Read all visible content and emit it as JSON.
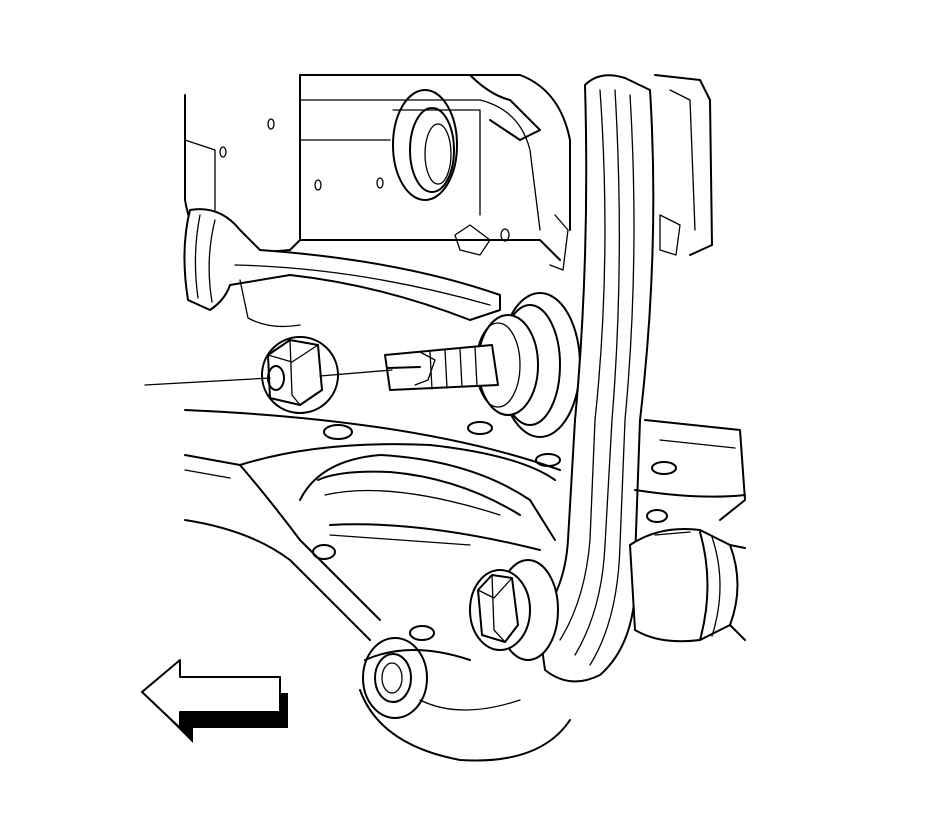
{
  "diagram": {
    "line_color": "#000000",
    "background_color": "#ffffff",
    "arrow_direction": "left",
    "callout_count": 1,
    "components": [
      "suspension-arm",
      "control-link",
      "lower-control-arm",
      "subframe-crossmember",
      "bushing",
      "flange-nut",
      "bolt",
      "direction-arrow"
    ]
  }
}
